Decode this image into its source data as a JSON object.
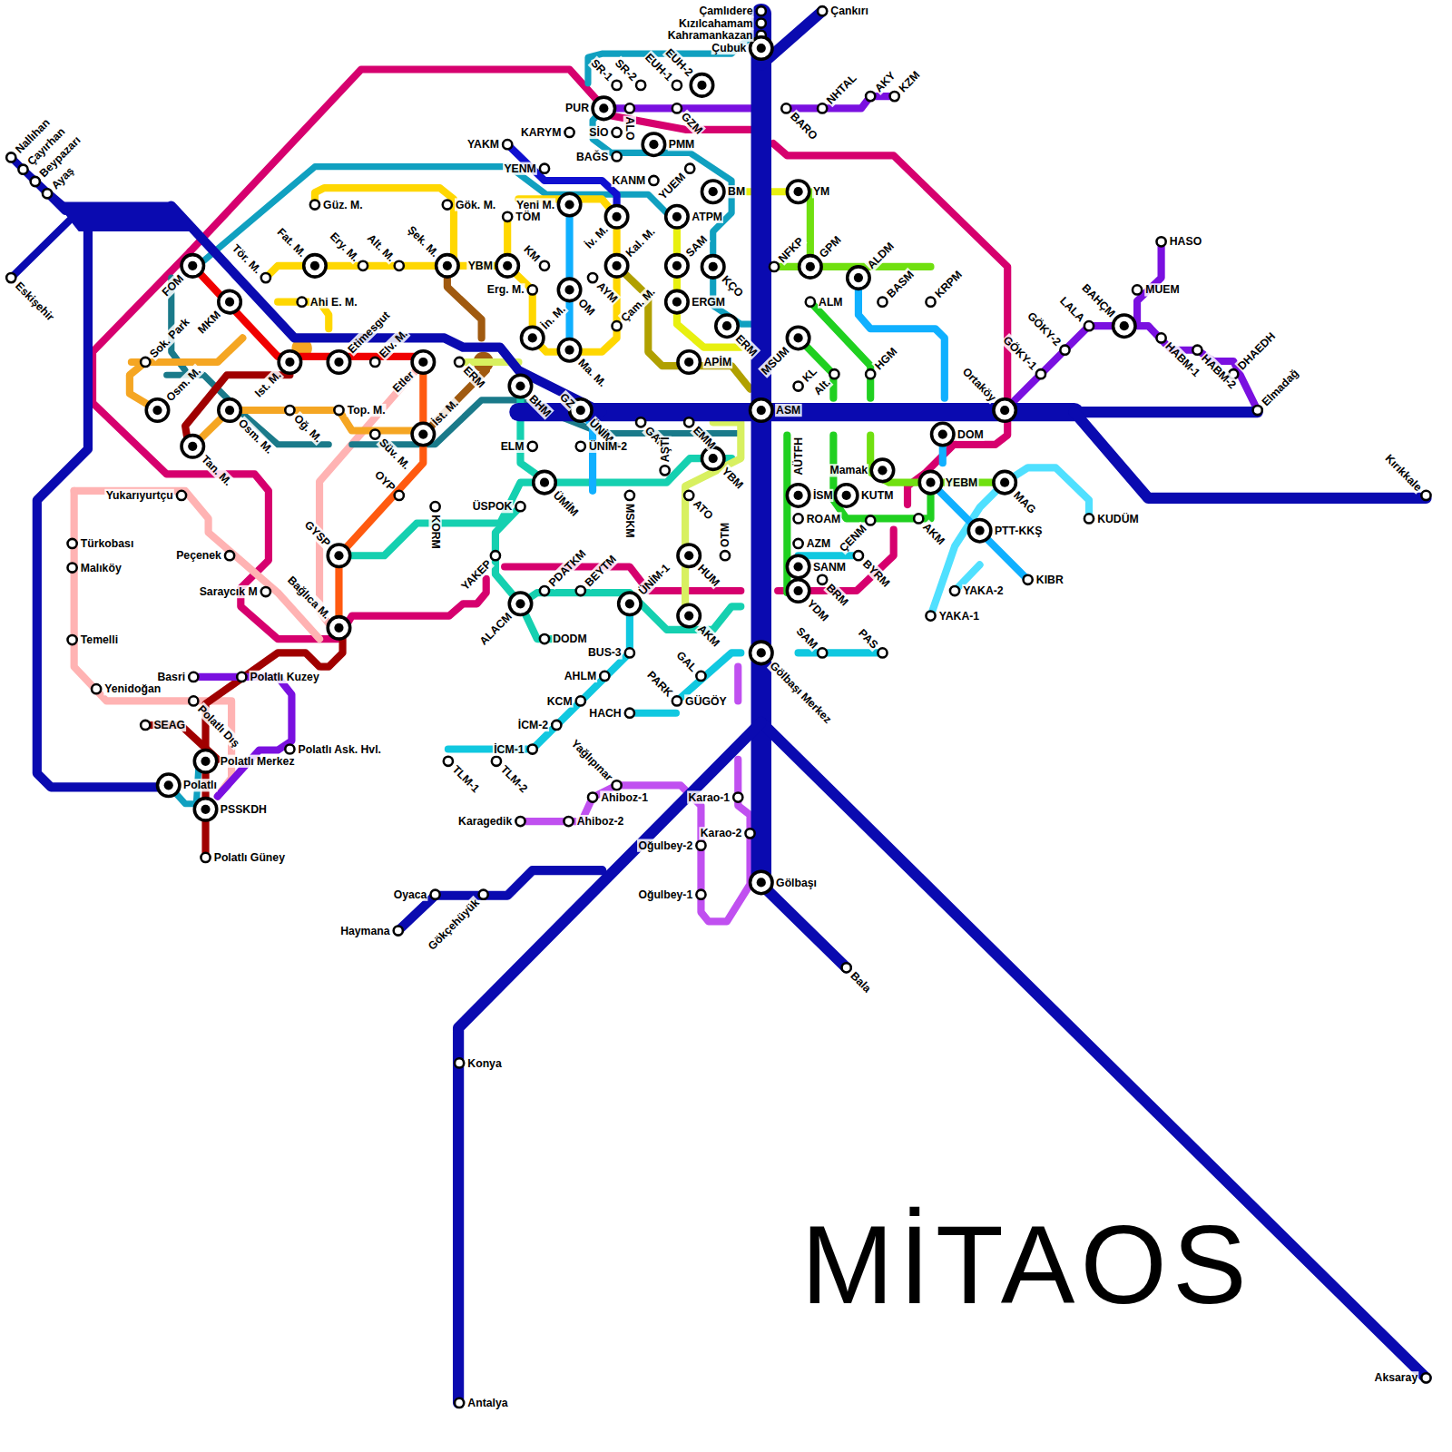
{
  "diagram": {
    "labels": [
      "Çamlıdere",
      "Kızılcahamam",
      "Kahramankazan",
      "Çubuk",
      "Çankırı",
      "SR-1",
      "SR-2",
      "EUH-1",
      "EUH-2",
      "PUR",
      "ALO",
      "GZM",
      "SİO",
      "PMM",
      "KARYM",
      "BAĞS",
      "YAKM",
      "YENM",
      "KANM",
      "YUEM",
      "BM",
      "YM",
      "NFKP",
      "GPM",
      "ALDM",
      "BASM",
      "KRPM",
      "BARO",
      "NHTAL",
      "AKY",
      "KZM",
      "HASO",
      "MUEM",
      "BAHÇM",
      "LALA",
      "GÖKY-2",
      "GÖKY-1",
      "HABM-1",
      "HABM-2",
      "DHAEDH",
      "Elmadağ",
      "Ortaköy",
      "DOM",
      "YEBM",
      "MAG",
      "KUDÜM",
      "PTT-KKŞ",
      "KIBR",
      "YAKA-2",
      "YAKA-1",
      "Kırıkkale",
      "AKM",
      "Mamak",
      "KUTM",
      "İSM",
      "AÜTFH",
      "ROAM",
      "AZM",
      "ÇENM",
      "SANM",
      "BYRM",
      "BRM",
      "YDM",
      "SAM",
      "PAS",
      "Gölbaşı Merkez",
      "Gölbaşı",
      "Bala",
      "Aksaray",
      "KL",
      "Alt.",
      "HGM",
      "ALM",
      "ASM",
      "MSUM",
      "ERM",
      "KÇO",
      "ERGM",
      "APİM",
      "SAM",
      "ATPM",
      "Kal. M.",
      "İv. M.",
      "Yeni M.",
      "TÖM",
      "KM",
      "Erg. M.",
      "AYM",
      "OM",
      "Çam. M.",
      "İn. M.",
      "Ma. M.",
      "BHM",
      "GZ",
      "ÜNİM-1",
      "GAM",
      "EMM",
      "YBM",
      "ELM",
      "ÜNİM-2",
      "AŞTİ",
      "ATO",
      "OTM",
      "HUM",
      "AKM",
      "MSKM",
      "ÜMİM",
      "ÜSPOK",
      "KORM",
      "YAKEP",
      "ALACM",
      "PDATKM",
      "BEYTM",
      "ÜNİM-1",
      "DODM",
      "BUS-3",
      "AHLM",
      "KCM",
      "HACH",
      "İCM-2",
      "İCM-1",
      "TLM-1",
      "TLM-2",
      "GAL",
      "PARK",
      "GÜGÖY",
      "Yağlıpınar",
      "Ahiboz-1",
      "Ahiboz-2",
      "Karagedik",
      "Karao-1",
      "Karao-2",
      "Oğulbey-2",
      "Oğulbey-1",
      "Oyaca",
      "Gökçehüyük",
      "Haymana",
      "Konya",
      "Antalya",
      "Nallıhan",
      "Çayırhan",
      "Beypazarı",
      "Ayaş",
      "Eskişehir",
      "FOM",
      "MKM",
      "Tör. M.",
      "Fat. M.",
      "Ery. M.",
      "Alt. M.",
      "Şek. M.",
      "Güz. M.",
      "Gök. M.",
      "YBM",
      "Ahi E. M.",
      "Etimesgut",
      "Elv. M.",
      "Ist. M.",
      "Sok. Park",
      "Osm. M.",
      "Osm. M.",
      "Tan. M.",
      "Oğ. M.",
      "Top. M.",
      "Süv. M.",
      "İst. M.",
      "Etler",
      "ERM",
      "OYP",
      "GYSP",
      "Bağlıca M.",
      "Yukarıyurtçu",
      "Türkobası",
      "Malıköy",
      "Peçenek",
      "Saraycık M",
      "Temelli",
      "Yenidoğan",
      "Basri",
      "Polatlı Kuzey",
      "SEAG",
      "Polatlı Dış",
      "Polatlı Ask. Hvl.",
      "Polatlı Merkez",
      "Polatlı",
      "PSSKDH",
      "Polatlı Güney",
      "MİTAOS"
    ]
  }
}
